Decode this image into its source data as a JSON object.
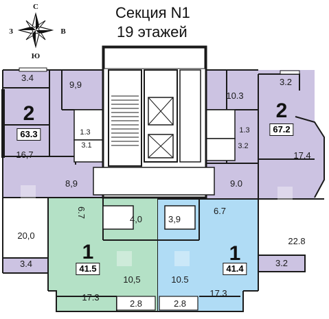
{
  "header": {
    "section_title": "Секция N1",
    "floors": "19 этажей"
  },
  "compass": {
    "north": "С",
    "south": "Ю",
    "west": "З",
    "east": "В"
  },
  "apartments": {
    "left_two_room": {
      "rooms": "2",
      "area": "63.3"
    },
    "right_two_room": {
      "rooms": "2",
      "area": "67.2"
    },
    "left_one_room": {
      "rooms": "1",
      "area": "41.5"
    },
    "right_one_room": {
      "rooms": "1",
      "area": "41.4"
    }
  },
  "room_areas": {
    "left_top_balcony": "3.4",
    "left_kitchen": "9,9",
    "left_bath": "1.3",
    "left_toilet": "3.1",
    "left_room_top": "16,7",
    "left_hall": "8,9",
    "left_room_bottom": "20,0",
    "left_bottom_balcony": "3.4",
    "right_top_balcony": "3.2",
    "right_kitchen": "10.3",
    "right_bath": "1.3",
    "right_toilet": "3.2",
    "right_room_top": "17,4",
    "right_hall": "9.0",
    "right_room_bottom": "22.8",
    "right_bottom_balcony": "3.2",
    "green_kitchen": "6.7",
    "green_bath": "4,0",
    "green_hall": "10,5",
    "green_room": "17.3",
    "green_balcony": "2.8",
    "blue_bath": "3,9",
    "blue_kitchen": "6.7",
    "blue_hall": "10.5",
    "blue_room": "17.3",
    "blue_balcony": "2.8"
  },
  "colors": {
    "two_room": "#ccc3e2",
    "one_room_left": "#b4e1c6",
    "one_room_right": "#b0dcf5",
    "walls": "#1a1a1a",
    "core": "#ffffff"
  }
}
